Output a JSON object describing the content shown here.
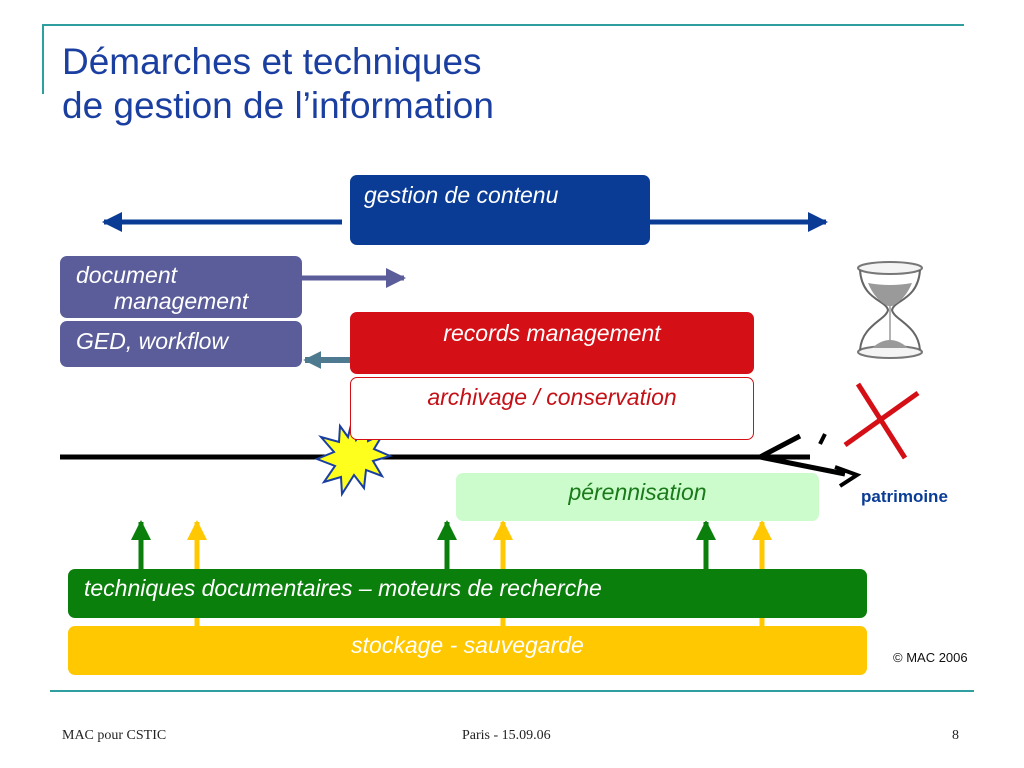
{
  "title": {
    "line1": "Démarches et techniques",
    "line2": "de gestion de l’information"
  },
  "boxes": {
    "gestion": "gestion de contenu",
    "docman_line1": "document",
    "docman_line2": "management",
    "ged": "GED, workflow",
    "records": "records management",
    "archivage": "archivage / conservation",
    "perennisation": "pérennisation",
    "techdoc": "techniques documentaires – moteurs de recherche",
    "stockage": "stockage - sauvegarde"
  },
  "labels": {
    "patrimoine": "patrimoine",
    "copyright": "© MAC 2006"
  },
  "footer": {
    "left": "MAC pour CSTIC",
    "center": "Paris - 15.09.06",
    "page": "8"
  },
  "colors": {
    "frame": "#2e9e9e",
    "title": "#1a3fa0",
    "gestion": "#0a3c96",
    "docman": "#5b5d9a",
    "records": "#d40f16",
    "perennisation": "#ccfccc",
    "techdoc": "#0b7f0b",
    "stockage": "#ffc800",
    "green_arrow": "#0b7f0b",
    "yellow_arrow": "#ffc800"
  },
  "icons": [
    "hourglass-icon",
    "red-cross-icon",
    "explosion-star-icon"
  ]
}
